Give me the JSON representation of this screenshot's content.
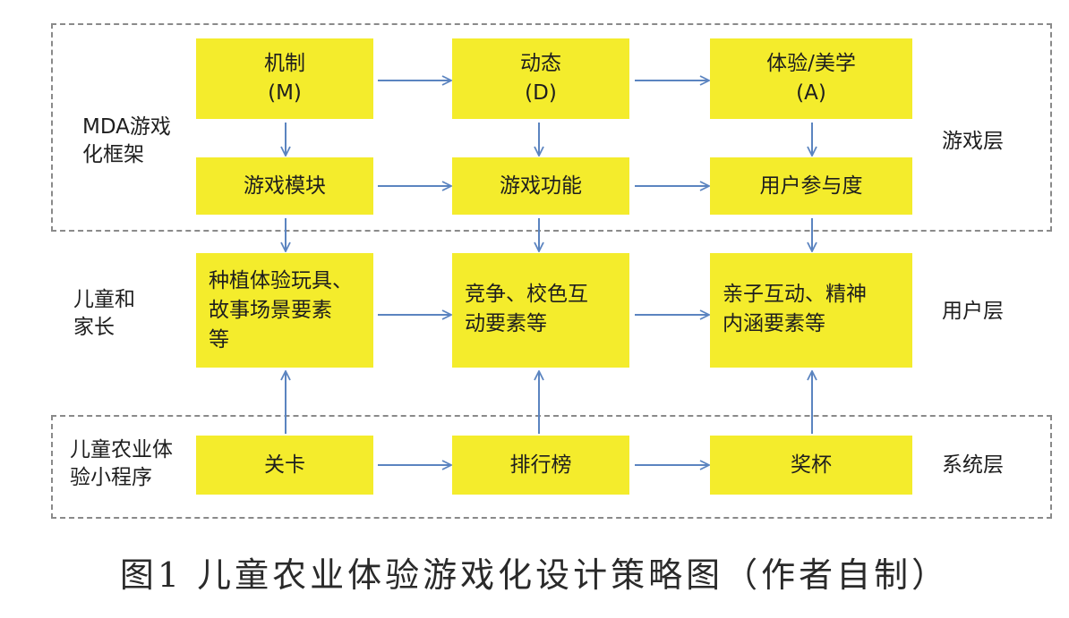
{
  "side_labels": {
    "mda": "MDA游戏\n化框架",
    "users": "儿童和\n家长",
    "app": "儿童农业体\n验小程序"
  },
  "layer_labels": {
    "game": "游戏层",
    "user": "用户层",
    "system": "系统层"
  },
  "nodes": {
    "mechanics": "机制\n(M)",
    "dynamics": "动态\n(D)",
    "aesthetics": "体验/美学\n(A)",
    "game_module": "游戏模块",
    "game_function": "游戏功能",
    "user_engagement": "用户参与度",
    "planting": "种植体验玩具、\n故事场景要素\n等",
    "competition": "竞争、校色互\n动要素等",
    "parent_child": "亲子互动、精神\n内涵要素等",
    "level": "关卡",
    "leaderboard": "排行榜",
    "trophy": "奖杯"
  },
  "caption": "图1 儿童农业体验游戏化设计策略图（作者自制）",
  "colors": {
    "node_fill": "#f4ec2c",
    "arrow": "#5b84c0",
    "dashed_border": "#8a8a8a"
  }
}
